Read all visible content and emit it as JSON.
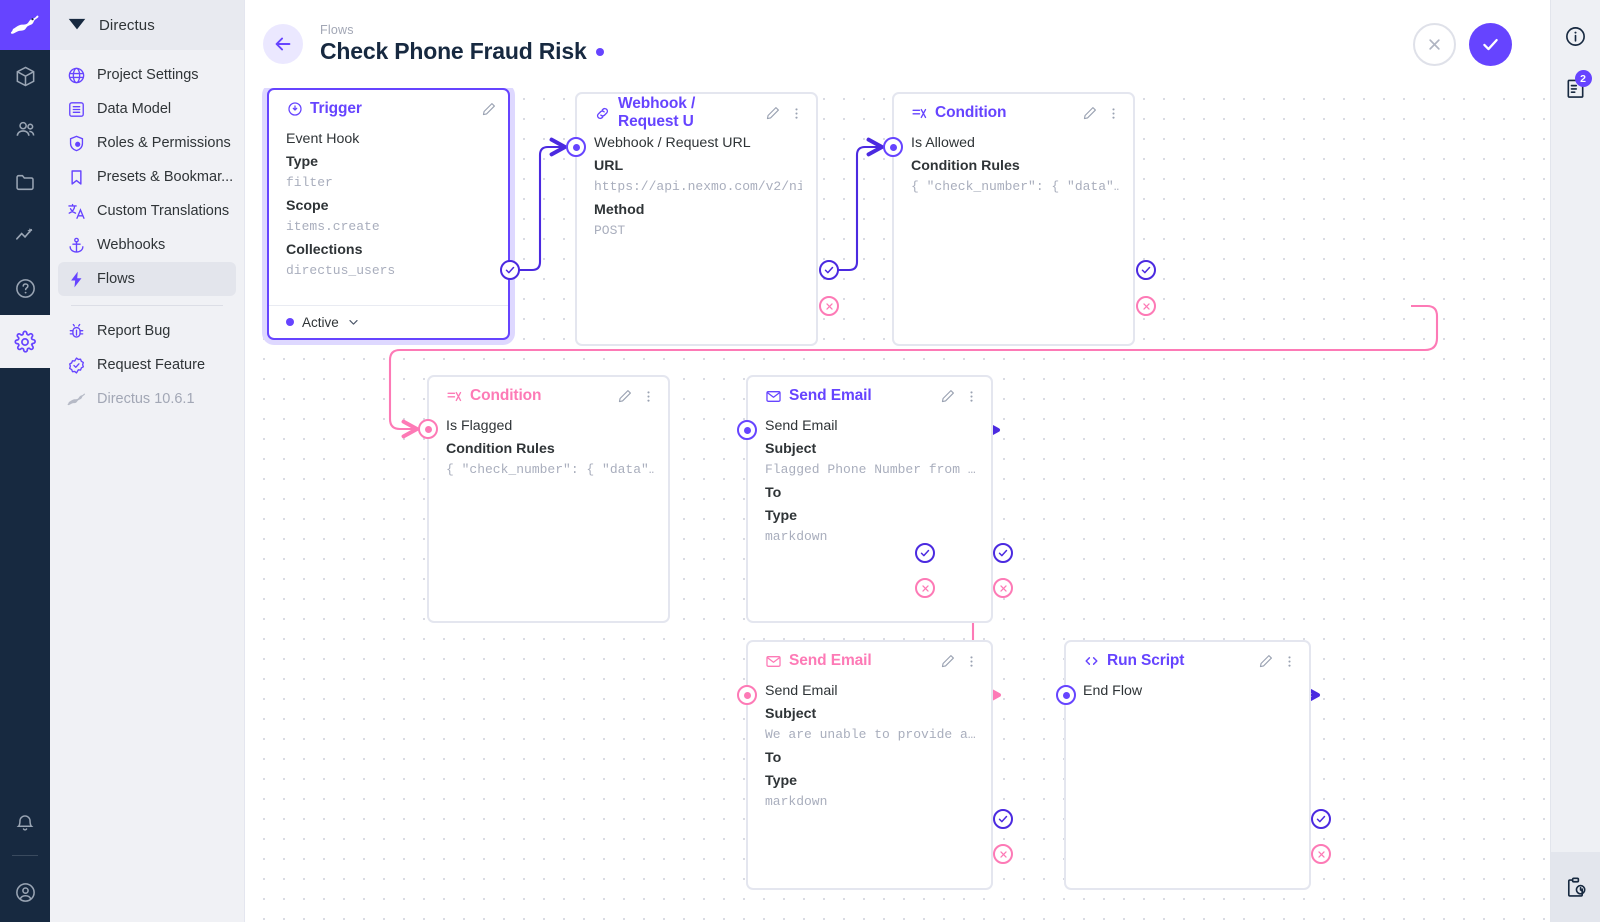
{
  "rail": {
    "logo_icon": "directus-rabbit-logo",
    "items": [
      {
        "name": "content",
        "icon": "box-icon",
        "active": false
      },
      {
        "name": "users",
        "icon": "people-icon",
        "active": false
      },
      {
        "name": "files",
        "icon": "folder-icon",
        "active": false
      },
      {
        "name": "insights",
        "icon": "analytics-icon",
        "active": false
      },
      {
        "name": "docs",
        "icon": "help-circle-icon",
        "active": false
      },
      {
        "name": "settings",
        "icon": "gear-icon",
        "active": true
      }
    ],
    "bottom": [
      {
        "name": "notifications",
        "icon": "bell-icon"
      },
      {
        "name": "account",
        "icon": "user-circle-icon"
      }
    ]
  },
  "nav": {
    "header_title": "Directus",
    "header_icon": "directus-diamond-icon",
    "items": [
      {
        "label": "Project Settings",
        "icon": "globe-icon",
        "selected": false
      },
      {
        "label": "Data Model",
        "icon": "list-box-icon",
        "selected": false
      },
      {
        "label": "Roles & Permissions",
        "icon": "shield-user-icon",
        "selected": false
      },
      {
        "label": "Presets & Bookmar...",
        "icon": "bookmark-icon",
        "selected": false
      },
      {
        "label": "Custom Translations",
        "icon": "translate-icon",
        "selected": false
      },
      {
        "label": "Webhooks",
        "icon": "anchor-icon",
        "selected": false
      },
      {
        "label": "Flows",
        "icon": "bolt-icon",
        "selected": true
      }
    ],
    "footer_items": [
      {
        "label": "Report Bug",
        "icon": "bug-icon",
        "muted": false
      },
      {
        "label": "Request Feature",
        "icon": "verified-icon",
        "muted": false
      },
      {
        "label": "Directus 10.6.1",
        "icon": "rabbit-icon",
        "muted": true
      }
    ]
  },
  "header": {
    "breadcrumb": "Flows",
    "title": "Check Phone Fraud Risk",
    "status_dot_color": "#6644ff",
    "back_icon": "arrow-left-icon",
    "cancel_label": "close-icon",
    "save_label": "check-icon"
  },
  "right_rail": {
    "info_icon": "info-circle-icon",
    "logs_icon": "logs-icon",
    "logs_badge": "2",
    "history_icon": "clipboard-clock-icon"
  },
  "flow": {
    "nodes": [
      {
        "id": "trigger",
        "icon": "trigger-bolt-circle-icon",
        "title": "Trigger",
        "accent": "#6644ff",
        "selected": true,
        "row_name": "Event Hook",
        "fields": [
          {
            "label": "Type",
            "value": "filter"
          },
          {
            "label": "Scope",
            "value": "items.create"
          },
          {
            "label": "Collections",
            "value": "directus_users"
          }
        ],
        "footer": {
          "label": "Active",
          "chevron": "chevron-down-icon"
        },
        "has_edit": true,
        "has_menu": false
      },
      {
        "id": "webhook",
        "icon": "link-icon",
        "title": "Webhook / Request U",
        "accent": "#6644ff",
        "selected": false,
        "row_name": "Webhook / Request URL",
        "fields": [
          {
            "label": "URL",
            "value": "https://api.nexmo.com/v2/ni"
          },
          {
            "label": "Method",
            "value": "POST"
          }
        ],
        "has_edit": true,
        "has_menu": true
      },
      {
        "id": "condition-allowed",
        "icon": "condition-icon",
        "title": "Condition",
        "accent": "#6644ff",
        "selected": false,
        "row_name": "Is Allowed",
        "fields": [
          {
            "label": "Condition Rules",
            "value": "{ \"check_number\": { \"data\"…"
          }
        ],
        "has_edit": true,
        "has_menu": true
      },
      {
        "id": "condition-flagged",
        "icon": "condition-icon",
        "title": "Condition",
        "accent": "#fd7ab6",
        "selected": false,
        "row_name": "Is Flagged",
        "fields": [
          {
            "label": "Condition Rules",
            "value": "{ \"check_number\": { \"data\"…"
          }
        ],
        "has_edit": true,
        "has_menu": true
      },
      {
        "id": "send-email-flagged",
        "icon": "mail-icon",
        "title": "Send Email",
        "accent": "#6644ff",
        "selected": false,
        "row_name": "Send Email",
        "fields": [
          {
            "label": "Subject",
            "value": "Flagged Phone Number from …"
          },
          {
            "label": "To",
            "value": ""
          },
          {
            "label": "Type",
            "value": "markdown"
          }
        ],
        "has_edit": true,
        "has_menu": true
      },
      {
        "id": "send-email-unable",
        "icon": "mail-icon",
        "title": "Send Email",
        "accent": "#fd7ab6",
        "selected": false,
        "row_name": "Send Email",
        "fields": [
          {
            "label": "Subject",
            "value": "We are unable to provide a…"
          },
          {
            "label": "To",
            "value": ""
          },
          {
            "label": "Type",
            "value": "markdown"
          }
        ],
        "has_edit": true,
        "has_menu": true
      },
      {
        "id": "run-script",
        "icon": "code-icon",
        "title": "Run Script",
        "accent": "#6644ff",
        "selected": false,
        "row_name": "End Flow",
        "fields": [],
        "has_edit": true,
        "has_menu": true
      }
    ],
    "colors": {
      "resolve": "#4b2ae0",
      "reject": "#fd7ab6",
      "accent": "#6644ff",
      "pink": "#fd7ab6"
    }
  }
}
